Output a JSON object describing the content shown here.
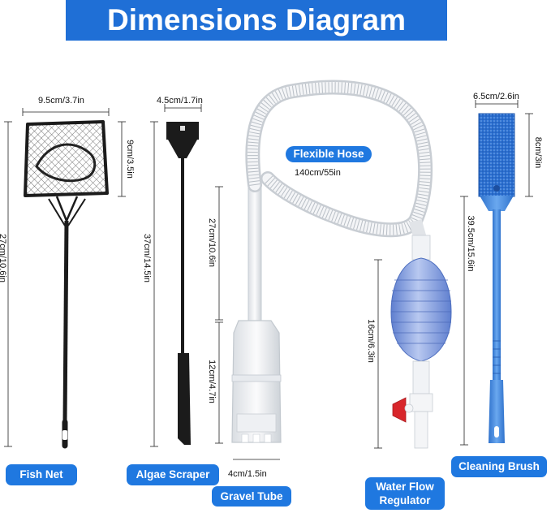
{
  "title": "Dimensions Diagram",
  "items": {
    "fish_net": {
      "label": "Fish Net",
      "dims": {
        "width": "9.5cm/3.7in",
        "head_height": "9cm/3.5in",
        "total_length": "27cm/10.6in"
      }
    },
    "algae_scraper": {
      "label": "Algae Scraper",
      "dims": {
        "width": "4.5cm/1.7in",
        "total_length": "37cm/14.5in"
      }
    },
    "gravel_tube": {
      "label": "Gravel Tube",
      "dims": {
        "tube_length": "27cm/10.6in",
        "chamber_length": "12cm/4.7in",
        "diameter": "4cm/1.5in"
      }
    },
    "flexible_hose": {
      "label": "Flexible Hose",
      "dims": {
        "length": "140cm/55in"
      }
    },
    "water_flow_regulator": {
      "label": "Water Flow Regulator",
      "dims": {
        "length": "16cm/6.3in"
      }
    },
    "cleaning_brush": {
      "label": "Cleaning Brush",
      "dims": {
        "width": "6.5cm/2.6in",
        "head_height": "8cm/3in",
        "total_length": "39.5cm/15.6in"
      }
    }
  },
  "colors": {
    "accent": "#1f6fd6",
    "label_pill": "#1f78e0",
    "bulb": "#7f9bd9",
    "brush_handle": "#3b86e0",
    "sponge": "#2b6fd0",
    "valve": "#d8262b",
    "black_tools": "#1b1b1b"
  }
}
